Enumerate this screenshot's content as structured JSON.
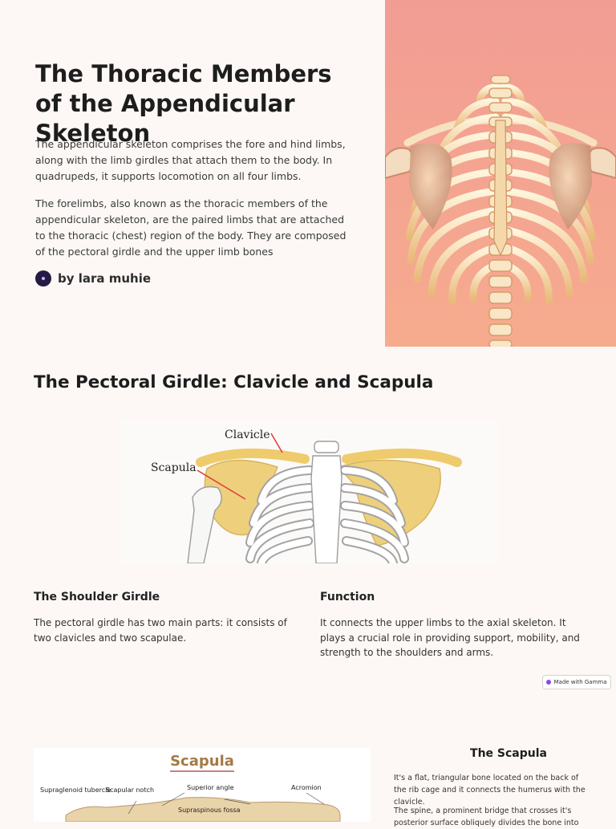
{
  "hero": {
    "title": "The Thoracic Members of the Appendicular Skeleton",
    "paragraph_1": "The appendicular skeleton comprises the fore and hind limbs, along with the limb girdles that attach them to the body. In quadrupeds, it supports locomotion on all four limbs.",
    "paragraph_2": "The forelimbs, also known as the thoracic members of the appendicular skeleton, are the paired limbs that are attached to the thoracic (chest) region of the body. They are composed of the pectoral girdle and the upper limb bones",
    "author": "by lara muhie",
    "image_bg": "#f3a898"
  },
  "pectoral": {
    "title": "The Pectoral Girdle: Clavicle and Scapula",
    "image_labels": {
      "clavicle": "Clavicle",
      "scapula": "Scapula"
    },
    "column_1": {
      "title": "The Shoulder Girdle",
      "text": "The pectoral girdle has two main parts: it consists of two clavicles and two scapulae."
    },
    "column_2": {
      "title": "Function",
      "text": "It connects the upper limbs to the axial skeleton. It plays a crucial role in providing support, mobility, and strength to the shoulders and arms."
    },
    "badge": "Made with Gamma"
  },
  "scapula": {
    "title": "The Scapula",
    "paragraph_1": "It's a flat, triangular bone located on the back of the rib cage and it connects the humerus with the clavicle.",
    "paragraph_2": "The spine, a prominent bridge that crosses it's posterior surface obliquely divides the bone into",
    "image": {
      "heading": "Scapula",
      "labels": {
        "supraglenoid": "Supraglenoid tubercle",
        "scapular_notch": "Scapular notch",
        "superior_angle": "Superior angle",
        "acromion": "Acromion",
        "supraspinous": "Supraspinous fossa"
      }
    }
  },
  "colors": {
    "page_bg": "#fdf8f6",
    "text": "#1d1d1d",
    "bone": "#f6e3b8",
    "bone_highlight": "#e7c48a",
    "scapula_fill": "#efd37c",
    "accent": "#8b47e6"
  }
}
